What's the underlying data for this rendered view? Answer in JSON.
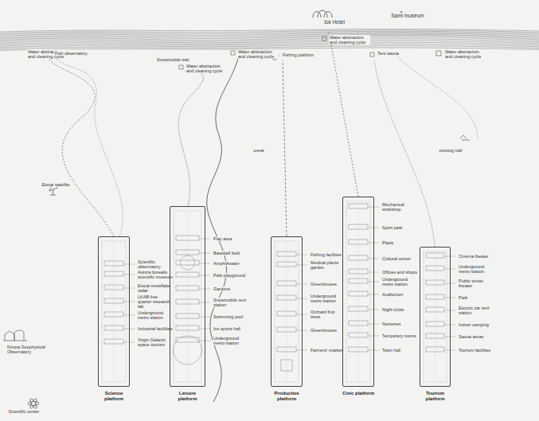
{
  "diagram": {
    "nodes": [
      {
        "text": [
          "Science platform"
        ]
      },
      {
        "text": [
          "Leisure platform"
        ]
      },
      {
        "text": [
          "Productive platform"
        ]
      },
      {
        "text": [
          "Civic platform"
        ]
      },
      {
        "text": [
          "Tourism platform"
        ]
      }
    ],
    "labels": [
      "Ice Hotel",
      "Sami museum",
      "Water abstraction and cleaning cycle",
      "Fish observatory",
      "Snowmobile trail",
      "Water abstraction and cleaning cycle",
      "Water abstraction and cleaning cycle",
      "Fishing platform",
      "Water abstraction and cleaning cycle",
      "Tent sauna",
      "Water abstraction and cleaning cycle",
      "creek",
      "existing trail",
      "Eiscat satellite",
      "Kiruna Geophysical Observatory",
      "Scientific center",
      "Scientific observatory",
      "Aurora borealis scientific museum",
      "Eiscat snowflake radar",
      "LKAB free quarter research lab",
      "Underground metro station",
      "Industrial facilities",
      "Virgin Galactic space tourism",
      "Play area",
      "Baseball field",
      "Amphitheater",
      "Park playground",
      "Gardens",
      "Snowmobile rent station",
      "Swimming pool",
      "Ice sports hall",
      "Underground metro station",
      "Fishing facilities",
      "Medical plants garden",
      "Greenhouses",
      "Underground metro station",
      "Orchard fruit trees",
      "Greenhouses",
      "Farmers' market",
      "Mechanical workshop",
      "Sport park",
      "Plaza",
      "Cultural center",
      "Offices and shops",
      "Underground metro station",
      "Auditorium",
      "Night clubs",
      "Nurseries",
      "Temporary rooms",
      "Town hall",
      "Cinema theater",
      "Underground metro station",
      "Public winter theater",
      "Park",
      "Electric car rent station",
      "Indoor camping",
      "Sauna areas",
      "Tourism facilities"
    ]
  }
}
